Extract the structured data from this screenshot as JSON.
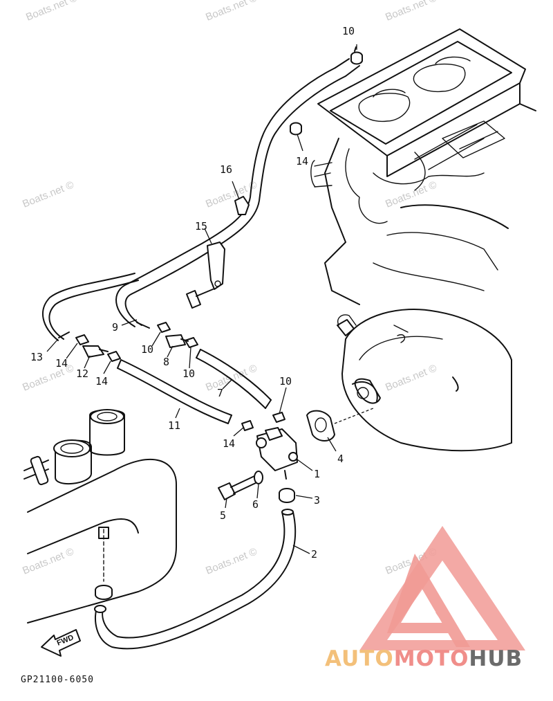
{
  "watermark_text": "Boats.net ©",
  "diagram_code": "GP21100-6050",
  "fwd_label": "FWD",
  "brand": {
    "part1": "AUTO",
    "part2": "MOTO",
    "part3": "HUB",
    "color1": "#f3c07a",
    "color2": "#f08e8a",
    "color3": "#6b6b6b",
    "logo_color": "#f19a95"
  },
  "part_labels": {
    "p1": "1",
    "p2": "2",
    "p3": "3",
    "p4": "4",
    "p5": "5",
    "p6": "6",
    "p7": "7",
    "p8": "8",
    "p9": "9",
    "p10a": "10",
    "p10b": "10",
    "p10c": "10",
    "p10d": "10",
    "p11": "11",
    "p12": "12",
    "p13": "13",
    "p14a": "14",
    "p14b": "14",
    "p14c": "14",
    "p14d": "14",
    "p15": "15",
    "p16": "16"
  }
}
